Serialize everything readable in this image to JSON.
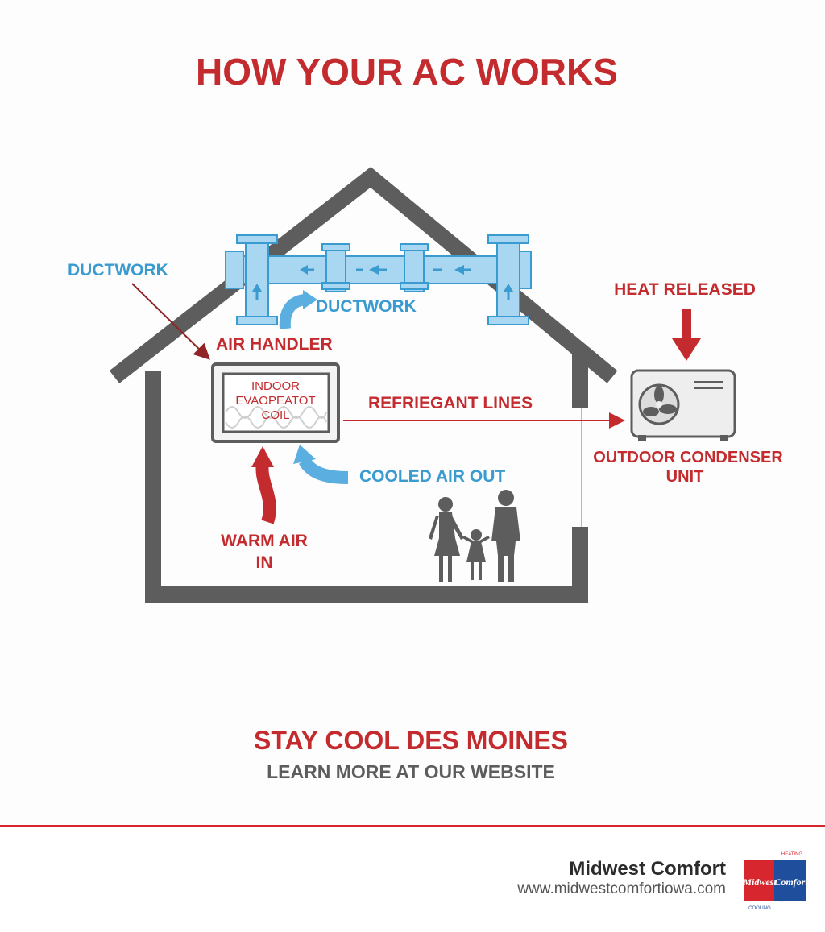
{
  "title": "HOW YOUR AC WORKS",
  "labels": {
    "ductwork_left": "DUCTWORK",
    "ductwork_center": "DUCTWORK",
    "air_handler": "AIR HANDLER",
    "coil_line1": "INDOOR",
    "coil_line2": "EVAOPEATOT",
    "coil_line3": "COIL",
    "refrigerant_lines": "REFRIEGANT LINES",
    "heat_released": "HEAT RELEASED",
    "condenser_line1": "OUTDOOR CONDENSER",
    "condenser_line2": "UNIT",
    "cooled_air_out": "COOLED AIR OUT",
    "warm_air_line1": "WARM AIR",
    "warm_air_line2": "IN"
  },
  "tagline": {
    "headline": "STAY COOL DES MOINES",
    "subline": "LEARN MORE AT OUR WEBSITE"
  },
  "footer": {
    "brand_name": "Midwest Comfort",
    "brand_url": "www.midwestcomfortiowa.com"
  },
  "logo": {
    "word1": "Midwest",
    "word2": "Comfort",
    "top_text": "HEATING",
    "bottom_text": "COOLING"
  },
  "colors": {
    "red": "#c42b2e",
    "blue": "#3a9bd0",
    "house": "#5d5d5d",
    "duct": "#a9d6f0"
  }
}
